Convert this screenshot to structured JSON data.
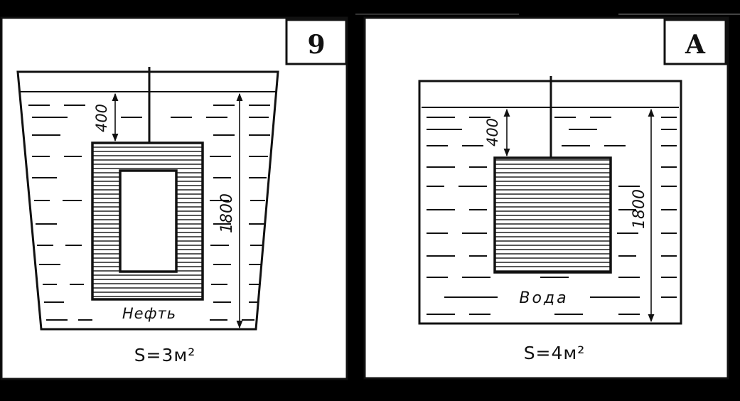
{
  "panels": [
    {
      "id": "9",
      "label": "9",
      "liquid": "Нефть",
      "depth_label": "400",
      "height_label": "1800",
      "area_formula": "S=3м²"
    },
    {
      "id": "A",
      "label": "A",
      "liquid": "Вода",
      "depth_label": "400",
      "height_label": "1800",
      "area_formula": "S=4м²"
    }
  ]
}
